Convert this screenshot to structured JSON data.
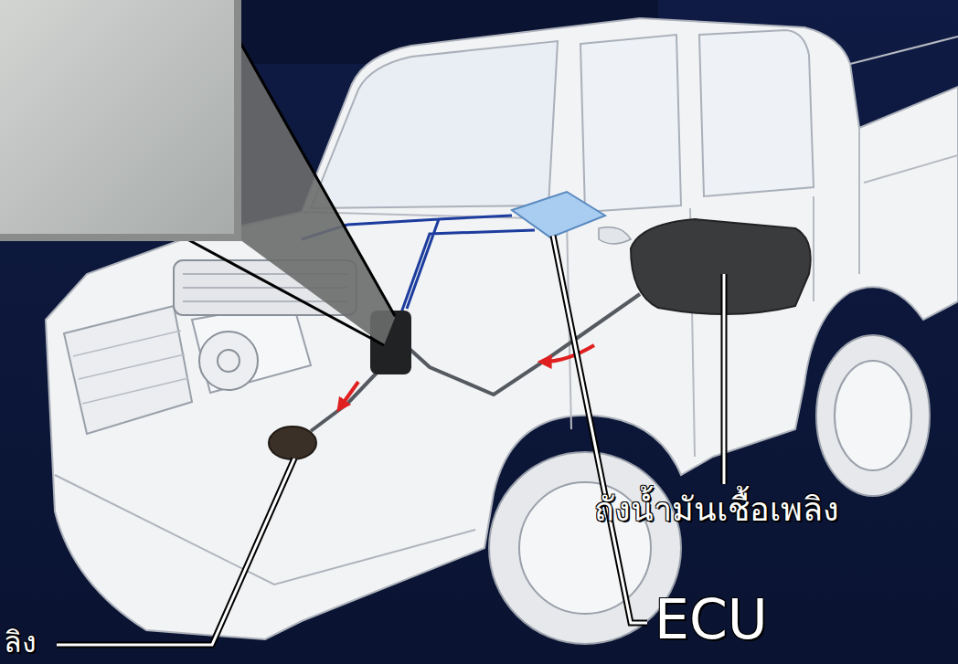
{
  "diagram": {
    "labels": [
      "ถังน้ำมันเชื้อเพลิง",
      "ECU",
      "ลิง"
    ]
  }
}
